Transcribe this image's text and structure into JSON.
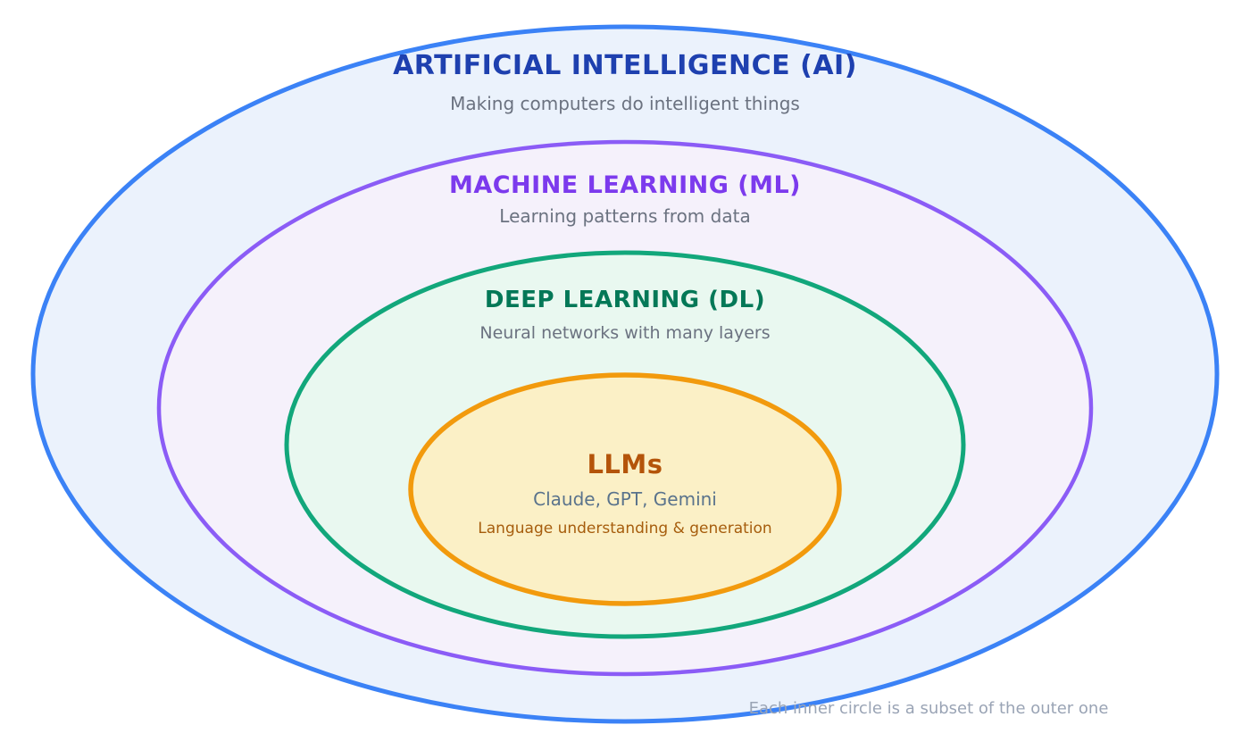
{
  "diagram": {
    "rings": [
      {
        "id": "ai",
        "title": "ARTIFICIAL INTELLIGENCE (AI)",
        "subtitle": "Making computers do intelligent things",
        "stroke": "#3B82F6",
        "fill": "#EBF2FC",
        "title_color": "#1E40AF",
        "subtitle_color": "#6B7280"
      },
      {
        "id": "ml",
        "title": "MACHINE LEARNING (ML)",
        "subtitle": "Learning patterns from data",
        "stroke": "#8B5CF6",
        "fill": "#F5F1FB",
        "title_color": "#7C3AED",
        "subtitle_color": "#6B7280"
      },
      {
        "id": "dl",
        "title": "DEEP LEARNING (DL)",
        "subtitle": "Neural networks with many layers",
        "stroke": "#12A77B",
        "fill": "#E9F8F0",
        "title_color": "#047857",
        "subtitle_color": "#6B7280"
      },
      {
        "id": "llm",
        "title": "LLMs",
        "subtitle": "Claude, GPT, Gemini",
        "description": "Language understanding & generation",
        "stroke": "#F29A0D",
        "fill": "#FBF0C6",
        "title_color": "#B4540A",
        "subtitle_color": "#5A738C",
        "description_color": "#A65D0D"
      }
    ],
    "caption": {
      "text": "Each inner circle is a subset of the outer one",
      "color": "#9AA4B5"
    }
  }
}
